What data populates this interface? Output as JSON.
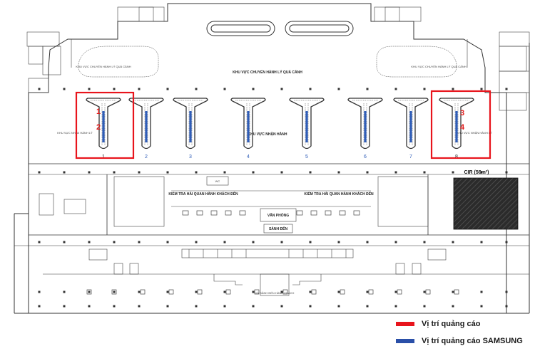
{
  "colors": {
    "ad_position": "#e8141c",
    "samsung_position": "#2a4fa8",
    "belt_blue": "#2f5db8",
    "line": "#333333"
  },
  "zones": {
    "baggage_claim": "KHU VỰC NHẬN HÀNH LÝ",
    "transfer_baggage": "KHU VỰC CHUYỂN HÀNH LÝ QUÁ CẢNH",
    "baggage_claim_center": "KHU VỰC NHẬN HÀNH",
    "customs_left": "KIỂM TRA HẢI QUAN HÀNH KHÁCH ĐẾN",
    "customs_right": "KIỂM TRA HẢI QUAN HÀNH KHÁCH ĐẾN",
    "cir_label": "CIR (56m²)",
    "arrival_hall": "SẢNH ĐẾN",
    "exit_hall": "VÀ SẢNH ĐẾN HÀNH KHÁCH",
    "equipment_room": "VĂN PHÒNG",
    "wc": "WC"
  },
  "belts": [
    {
      "number": "1",
      "samsung": true
    },
    {
      "number": "2",
      "samsung": true
    },
    {
      "number": "3",
      "samsung": true
    },
    {
      "number": "4",
      "samsung": true
    },
    {
      "number": "5",
      "samsung": true
    },
    {
      "number": "6",
      "samsung": true
    },
    {
      "number": "7",
      "samsung": true
    },
    {
      "number": "8",
      "samsung": true
    }
  ],
  "ad_markers": [
    "1",
    "2",
    "3",
    "4"
  ],
  "legend": {
    "ad_position": "Vị trí quảng cáo",
    "samsung_position": "Vị trí quảng cáo SAMSUNG"
  }
}
